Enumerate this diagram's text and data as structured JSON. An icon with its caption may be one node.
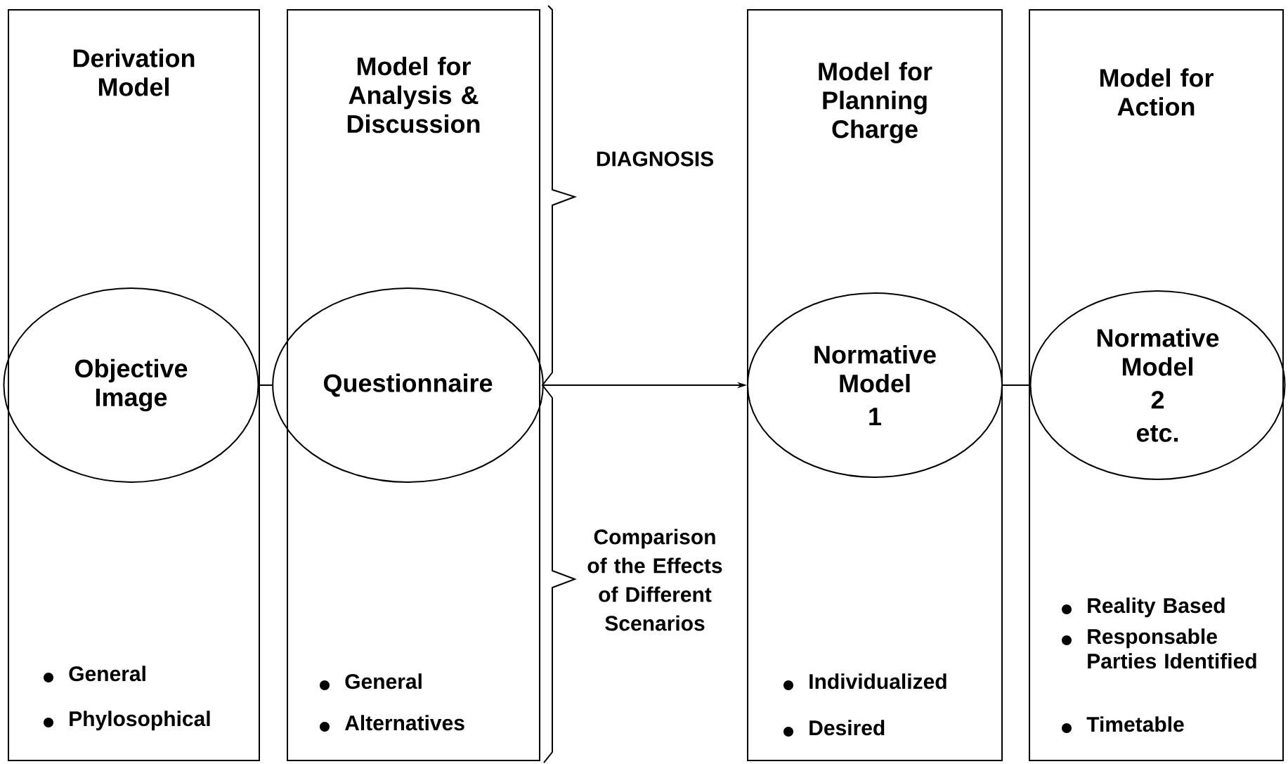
{
  "diagram": {
    "nodes": [
      {
        "text": [
          "Derivation Model",
          "General",
          "Phylosophical"
        ]
      },
      {
        "text": [
          "Objective Image"
        ],
        "in": 0
      },
      {
        "text": [
          "Model for Analysis & Discussion",
          "General",
          "Alternatives"
        ]
      },
      {
        "text": [
          "Questionnaire"
        ],
        "in": 2
      },
      {
        "text": [
          "Model for Planning Charge",
          "Individualized",
          "Desired"
        ]
      },
      {
        "text": [
          "Normative Model",
          "1"
        ],
        "in": 4
      },
      {
        "text": [
          "Model for Action",
          "Reality Based",
          "Responsable Parties Identified",
          "Timetable"
        ]
      },
      {
        "text": [
          "Normative Model",
          "2",
          "etc."
        ],
        "in": 6
      }
    ],
    "edges": [
      {
        "from": 1,
        "to": 3,
        "arrow": "none"
      },
      {
        "from": 3,
        "to": 4,
        "arrow": "to"
      },
      {
        "from": 5,
        "to": 7,
        "arrow": "none"
      }
    ],
    "labels": [
      "DIAGNOSIS",
      "Comparison of the Effects of Different Scenarios"
    ]
  }
}
